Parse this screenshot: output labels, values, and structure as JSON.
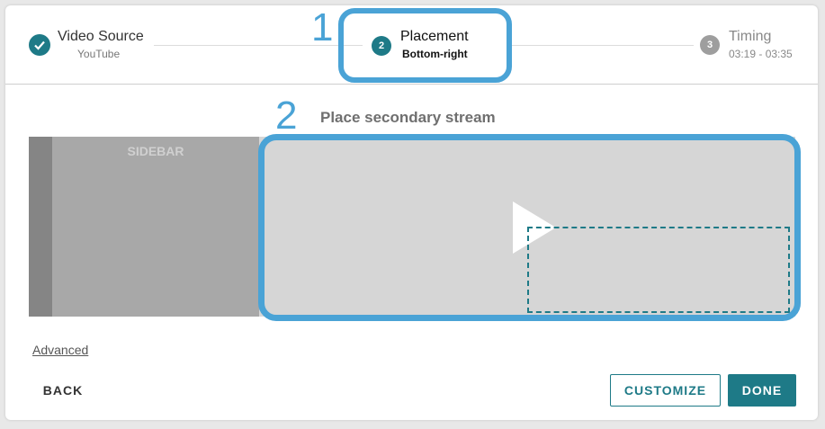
{
  "colors": {
    "accent": "#1e7a87",
    "highlight": "#4aa3d6",
    "completed": "#1e7a87",
    "inactive": "#9e9e9e"
  },
  "stepper": {
    "steps": [
      {
        "number": "",
        "icon": "check-icon",
        "title": "Video Source",
        "subtitle": "YouTube",
        "state": "completed"
      },
      {
        "number": "2",
        "title": "Placement",
        "subtitle": "Bottom-right",
        "state": "active"
      },
      {
        "number": "3",
        "title": "Timing",
        "subtitle": "03:19 - 03:35",
        "state": "inactive"
      }
    ]
  },
  "annotations": {
    "marker1": "1",
    "marker2": "2"
  },
  "main": {
    "section_title": "Place secondary stream",
    "preview": {
      "sidebar_label": "SIDEBAR",
      "play_icon": "play-icon"
    }
  },
  "footer": {
    "advanced_link": "Advanced",
    "back_label": "BACK",
    "customize_label": "CUSTOMIZE",
    "done_label": "DONE"
  }
}
